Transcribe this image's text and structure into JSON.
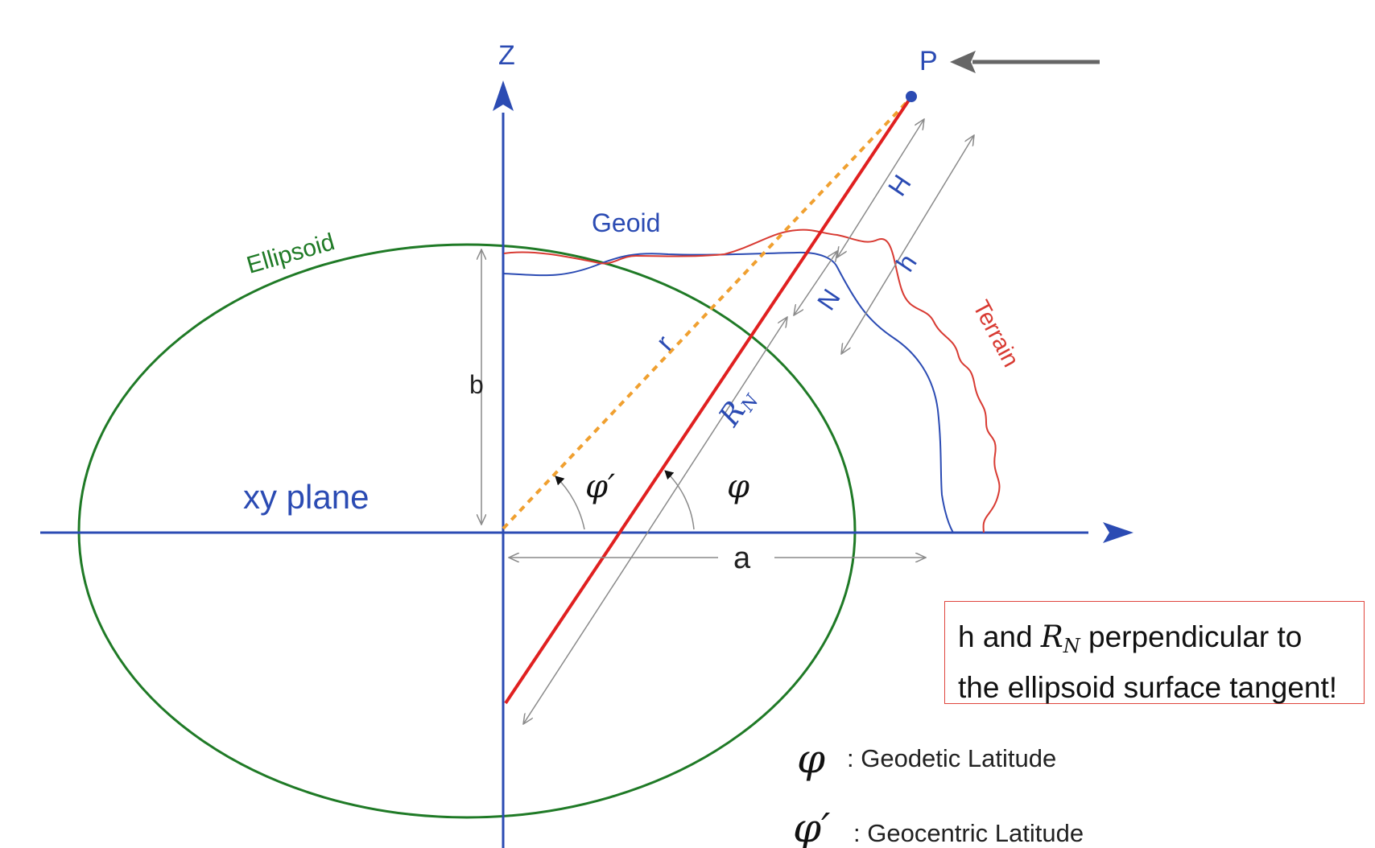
{
  "diagram": {
    "axis_z": "Z",
    "point_label": "P",
    "ellipsoid_label": "Ellipsoid",
    "geoid_label": "Geoid",
    "terrain_label": "Terrain",
    "xy_plane_label": "xy plane",
    "semi_minor_label": "b",
    "semi_major_label": "a",
    "r_label": "r",
    "rn_label": "R",
    "rn_sub": "N",
    "H_label": "H",
    "h_label": "h",
    "N_label": "N",
    "phi_prime_label": "φ′",
    "phi_label": "φ",
    "colors": {
      "axis": "#2b4bb3",
      "ellipsoid": "#1f7a26",
      "terrain": "#d83a32",
      "normal": "#e02020",
      "radius": "#f0a030",
      "dim": "#8a8a8a",
      "note_border": "#e0453d"
    }
  },
  "legend": {
    "geodetic_symbol": "φ",
    "geodetic_text": ": Geodetic  Latitude",
    "geocentric_symbol": "φ′",
    "geocentric_text": ": Geocentric Latitude"
  },
  "note": {
    "part1": "h and ",
    "rn": "R",
    "rn_sub": "N",
    "part2": " perpendicular to",
    "line2": "the ellipsoid surface tangent!"
  }
}
